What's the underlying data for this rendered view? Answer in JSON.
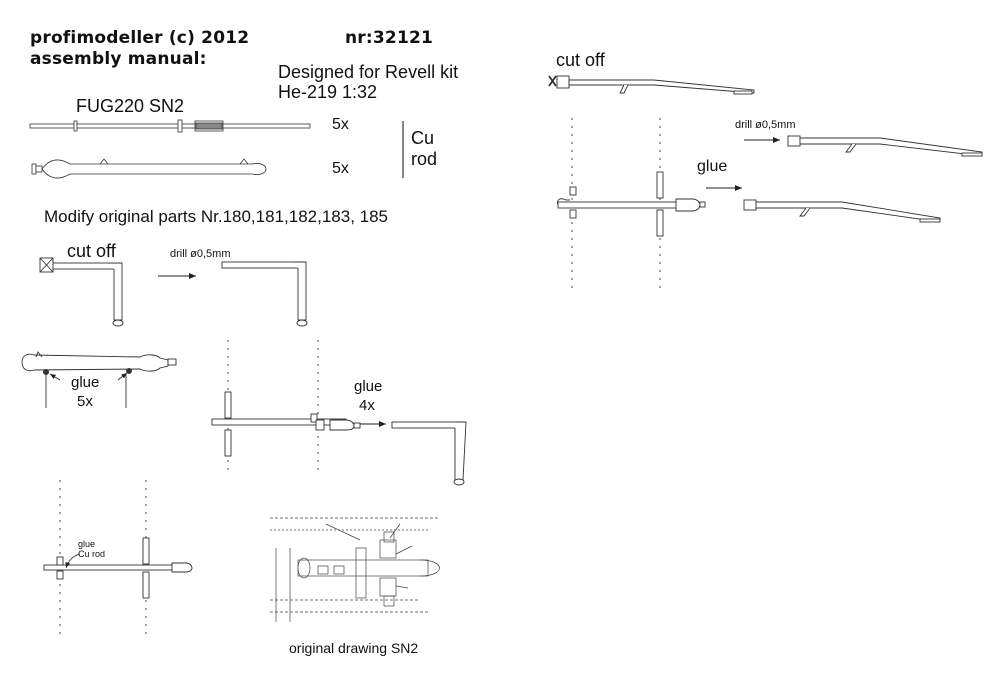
{
  "header": {
    "brand_line1": "profimodeller (c) 2012",
    "brand_line2": "assembly manual:",
    "code": "nr:32121",
    "designed_line1": "Designed for Revell kit",
    "designed_line2": "He-219 1:32"
  },
  "parts": {
    "title": "FUG220 SN2",
    "qty1": "5x",
    "qty2": "5x",
    "material_line1": "Cu",
    "material_line2": "rod"
  },
  "modify": {
    "instruction": "Modify original parts Nr.180,181,182,183, 185"
  },
  "labels": {
    "cut_off_left": "cut off",
    "drill_left": "drill ø0,5mm",
    "glue_left": "glue",
    "glue_left_qty": "5x",
    "glue_mid": "glue",
    "glue_mid_qty": "4x",
    "glue_cu_line1": "glue",
    "glue_cu_line2": "Cu rod",
    "original_caption": "original drawing SN2",
    "cut_off_right": "cut off",
    "drill_right": "drill ø0,5mm",
    "glue_right": "glue"
  }
}
